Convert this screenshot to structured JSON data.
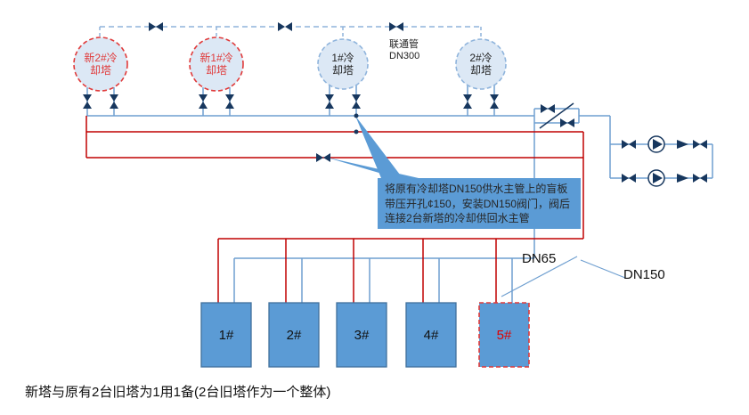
{
  "towers": [
    {
      "label": "新2#冷却塔",
      "status": "new"
    },
    {
      "label": "新1#冷却塔",
      "status": "new"
    },
    {
      "label": "1#冷却塔",
      "status": "existing"
    },
    {
      "label": "2#冷却塔",
      "status": "existing"
    }
  ],
  "pipe_labels": {
    "connecting_pipe_name": "联通管",
    "connecting_pipe_size": "DN300",
    "branch_size": "DN65",
    "main_size": "DN150"
  },
  "callout": {
    "text": "将原有冷却塔DN150供水主管上的盲板带压开孔¢150，安装DN150阀门，阀后连接2台新塔的冷却供回水主管"
  },
  "chillers": [
    {
      "label": "1#"
    },
    {
      "label": "2#"
    },
    {
      "label": "3#"
    },
    {
      "label": "4#"
    },
    {
      "label": "5#",
      "highlight": true
    }
  ],
  "footnote": "新塔与原有2台旧塔为1用1备(2台旧塔作为一个整体)",
  "colors": {
    "pipe_blue": "#6f9fd0",
    "pipe_blue_light": "#8fb4dc",
    "pipe_red": "#c00000",
    "valve_navy": "#17375e",
    "tower_fill": "#dce8f5",
    "new_red": "#e03a3a",
    "box_blue": "#5b9bd5",
    "box_border": "#41719c",
    "callout_blue": "#5b9bd5"
  }
}
